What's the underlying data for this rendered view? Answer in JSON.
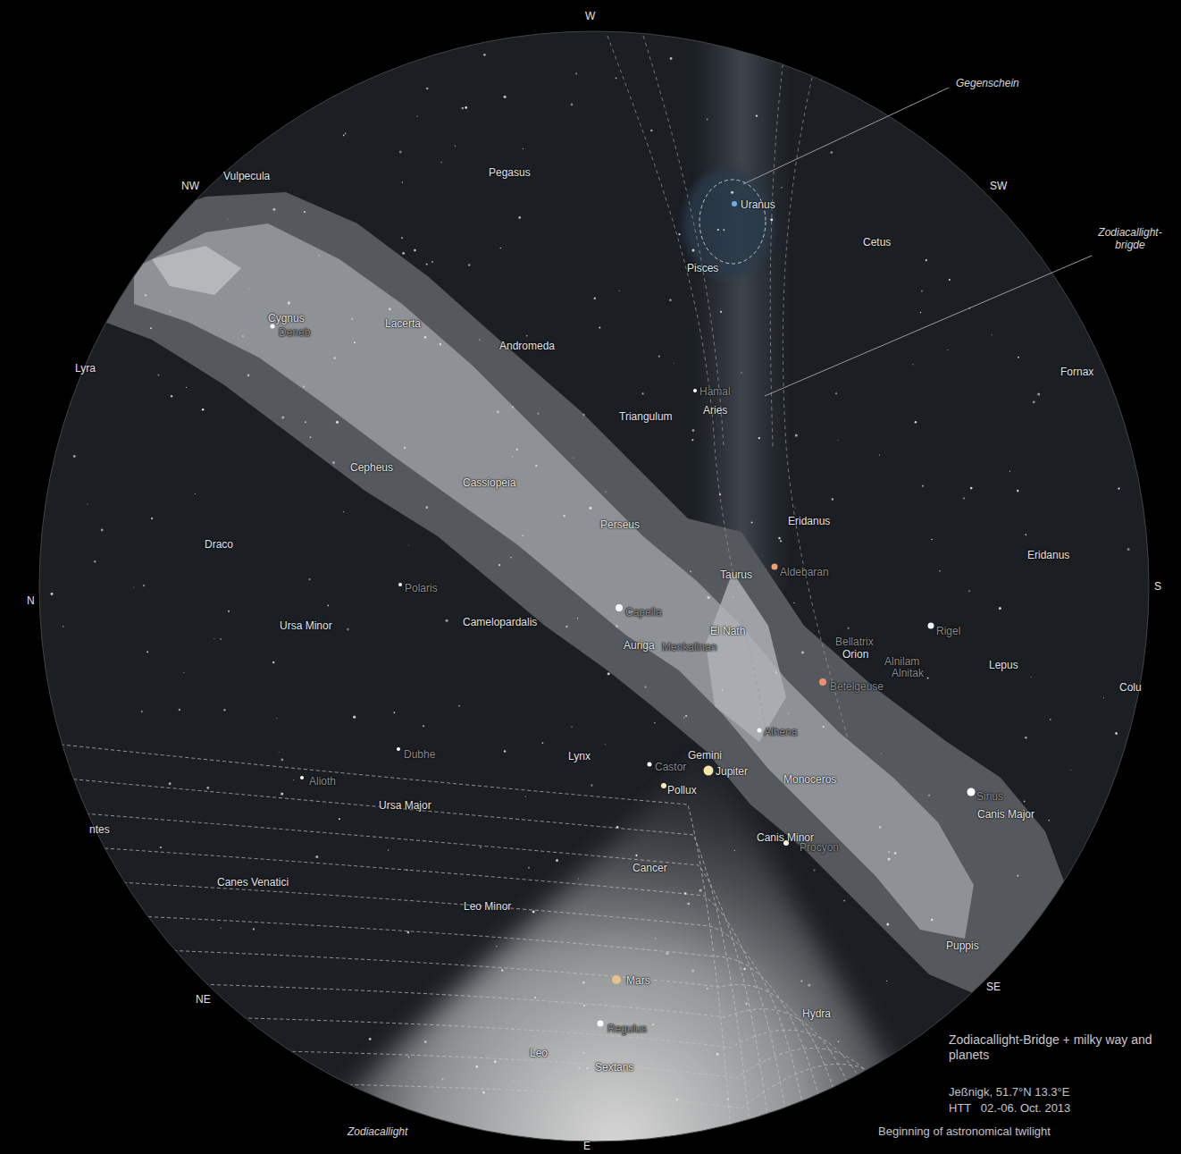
{
  "diagram": {
    "title": "Zodiacallight-Bridge + milky way and planets",
    "labels": [
      "W",
      "NW",
      "Vulpecula",
      "Pegasus",
      "Gegenschein",
      "SW",
      "Uranus",
      "Cetus",
      "Zodiacallight- brigde",
      "Pisces",
      "Cygnus",
      "Deneb",
      "Lacerta",
      "Andromeda",
      "Lyra",
      "Fornax",
      "Hamal",
      "Aries",
      "Triangulum",
      "Cepheus",
      "Cassiopeia",
      "Perseus",
      "Eridanus",
      "Eridanus",
      "Draco",
      "Taurus",
      "Aldebaran",
      "N",
      "S",
      "Polaris",
      "Capella",
      "Ursa Minor",
      "Camelopardalis",
      "El Nath",
      "Auriga",
      "Menkalinan",
      "Rigel",
      "Bellatrix",
      "Orion",
      "Alnilam",
      "Alnitak",
      "Lepus",
      "Colu",
      "Betelgeuse",
      "Alhena",
      "Gemini",
      "Lynx",
      "Dubhe",
      "Castor",
      "Jupiter",
      "Monoceros",
      "Alioth",
      "Pollux",
      "Ursa Major",
      "Sirius",
      "Canis Major",
      "ntes",
      "Canis Minor",
      "Procyon",
      "Cancer",
      "Canes Venatici",
      "Leo Minor",
      "Puppis",
      "Mars",
      "Hydra",
      "Regulus",
      "NE",
      "SE",
      "Leo",
      "Sextans",
      "Zodiacallight",
      "Jeßnigk, 51.7°N 13.3°E",
      "HTT   02.-06. Oct. 2013",
      "Beginning of astronomical twilight",
      "E"
    ]
  }
}
